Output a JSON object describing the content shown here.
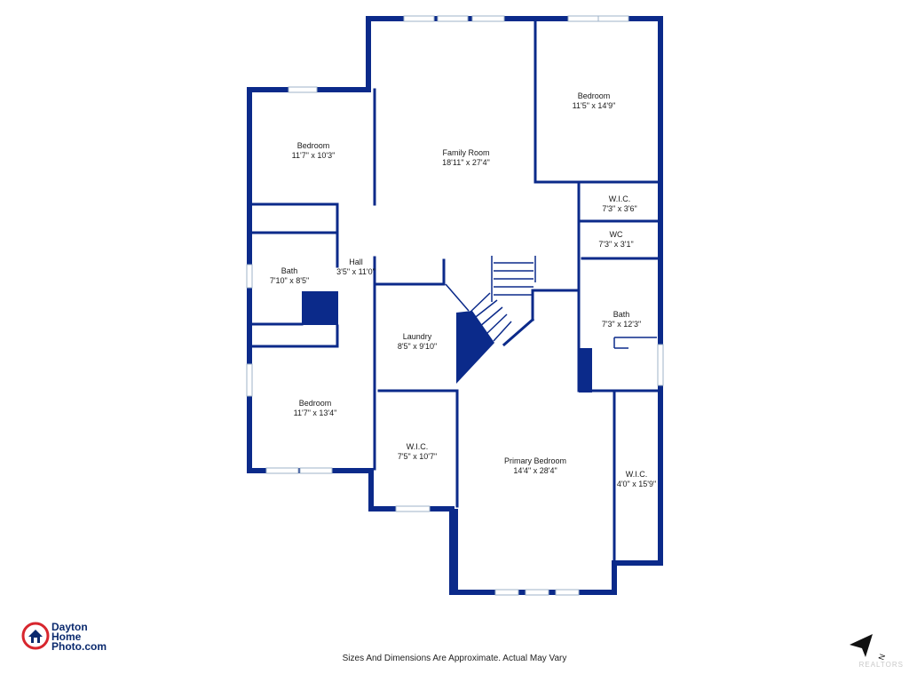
{
  "colors": {
    "wall": "#0b2a8a",
    "window": "#ffffff",
    "window_frame": "#9fb3c8",
    "logo_red": "#d7262e",
    "logo_blue": "#0b2a6e"
  },
  "rooms": [
    {
      "id": "bedroom-1",
      "name": "Bedroom",
      "dims": "11'7\" x 10'3\""
    },
    {
      "id": "family-room",
      "name": "Family Room",
      "dims": "18'11\" x 27'4\""
    },
    {
      "id": "bedroom-2",
      "name": "Bedroom",
      "dims": "11'5\" x 14'9\""
    },
    {
      "id": "wic-1",
      "name": "W.I.C.",
      "dims": "7'3\" x 3'6\""
    },
    {
      "id": "wc",
      "name": "WC",
      "dims": "7'3\" x 3'1\""
    },
    {
      "id": "bath-1",
      "name": "Bath",
      "dims": "7'10\" x 8'5\""
    },
    {
      "id": "hall",
      "name": "Hall",
      "dims": "3'5\" x 11'0\""
    },
    {
      "id": "bath-2",
      "name": "Bath",
      "dims": "7'3\" x 12'3\""
    },
    {
      "id": "laundry",
      "name": "Laundry",
      "dims": "8'5\" x 9'10\""
    },
    {
      "id": "bedroom-3",
      "name": "Bedroom",
      "dims": "11'7\" x 13'4\""
    },
    {
      "id": "wic-2",
      "name": "W.I.C.",
      "dims": "7'5\" x 10'7\""
    },
    {
      "id": "primary-bedroom",
      "name": "Primary Bedroom",
      "dims": "14'4\" x 28'4\""
    },
    {
      "id": "wic-3",
      "name": "W.I.C.",
      "dims": "4'0\" x 15'9\""
    }
  ],
  "logo": {
    "line1": "Dayton",
    "line2": "Home",
    "line3": "Photo.com"
  },
  "disclaimer": "Sizes And Dimensions Are Approximate. Actual May Vary",
  "watermark": "REALTORS",
  "compass": {
    "label": "N",
    "icon": "north-arrow-icon"
  },
  "icons": {
    "logo": "house-logo-icon"
  }
}
